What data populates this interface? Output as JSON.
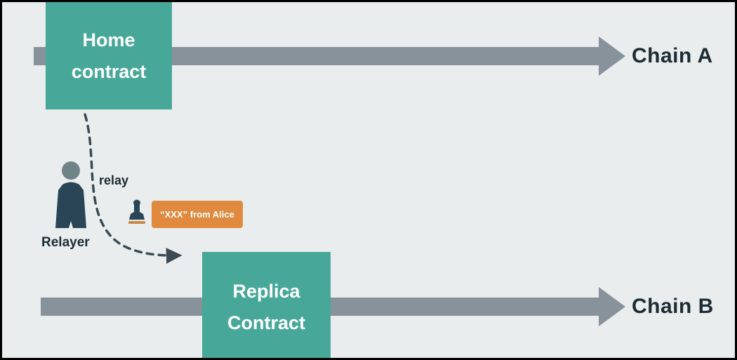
{
  "diagram": {
    "chain_a_label": "Chain A",
    "chain_b_label": "Chain B",
    "home_contract": {
      "line1": "Home",
      "line2": "contract"
    },
    "replica_contract": {
      "line1": "Replica",
      "line2": "Contract"
    },
    "relay_label": "relay",
    "relayer_label": "Relayer",
    "stamp_message": "“XXX” from Alice",
    "icons": {
      "relayer": "person-icon",
      "stamp": "stamp-icon",
      "chain_a": "right-arrow-icon",
      "chain_b": "right-arrow-icon",
      "relay_path": "dashed-curved-arrow-icon"
    },
    "colors": {
      "background": "#e9edee",
      "contract_box_teal": "#47a899",
      "chain_arrow_gray": "#87929b",
      "text_dark": "#1d2b33",
      "message_box_orange": "#df8a3e",
      "dashed_arrow": "#3c4b53",
      "person_body": "#2a4656",
      "person_head": "#6f8486",
      "stamp_pad": "#c98a4b"
    }
  }
}
